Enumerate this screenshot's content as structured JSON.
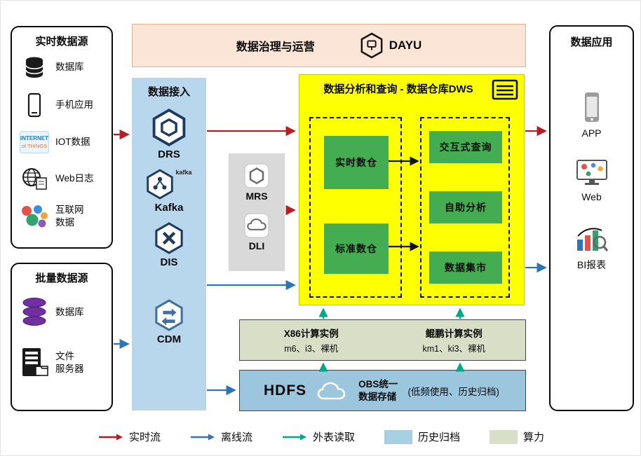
{
  "colors": {
    "realtime_flow": "#b41f24",
    "offline_flow": "#2e75b6",
    "external_read": "#00a886",
    "archive_swatch": "#a9cfe2",
    "compute_swatch": "#d9dfc6",
    "dws_background": "#feff00",
    "green_box": "#45ad51",
    "ingestion_background": "#b8d6ec",
    "governance_background": "#fbe5d6",
    "middleware_background": "#d9d9d9",
    "storage_background": "#9cc6de"
  },
  "realtime_sources": {
    "title": "实时数据源",
    "items": [
      {
        "label": "数据库",
        "icon": "database-icon"
      },
      {
        "label": "手机应用",
        "icon": "mobile-app-icon"
      },
      {
        "label": "IOT数据",
        "icon": "iot-icon"
      },
      {
        "label": "Web日志",
        "icon": "web-log-icon"
      },
      {
        "label": "互联网\n数据",
        "icon": "internet-data-icon"
      }
    ]
  },
  "batch_sources": {
    "title": "批量数据源",
    "items": [
      {
        "label": "数据库",
        "icon": "purple-database-icon"
      },
      {
        "label": "文件\n服务器",
        "icon": "file-server-icon"
      }
    ]
  },
  "governance": {
    "title": "数据治理与运营",
    "logo": "DAYU",
    "logo_icon": "dayu-hexagon-icon"
  },
  "ingestion": {
    "title": "数据接入",
    "services": [
      {
        "name": "DRS",
        "icon": "drs-hexagon-icon"
      },
      {
        "name": "Kafka",
        "icon": "kafka-hexagon-icon",
        "badge": "kafka"
      },
      {
        "name": "DIS",
        "icon": "dis-hexagon-icon"
      },
      {
        "name": "CDM",
        "icon": "cdm-hexagon-icon"
      }
    ]
  },
  "middleware": {
    "services": [
      {
        "name": "MRS",
        "icon": "mrs-icon"
      },
      {
        "name": "DLI",
        "icon": "dli-cloud-icon"
      }
    ]
  },
  "dws": {
    "title": "数据分析和查询 - 数据仓库DWS",
    "title_icon": "dws-database-icon",
    "warehouses": [
      "实时数仓",
      "标准数仓"
    ],
    "services": [
      "交互式查询",
      "自助分析",
      "数据集市"
    ]
  },
  "compute": {
    "x86": {
      "title": "X86计算实例",
      "spec": "m6、i3、裸机"
    },
    "kunpeng": {
      "title": "鲲鹏计算实例",
      "spec": "km1、ki3、裸机"
    }
  },
  "storage": {
    "hdfs": "HDFS",
    "obs": "OBS统一\n数据存储",
    "note": "(低频使用、历史归档)",
    "icon": "obs-cloud-icon"
  },
  "applications": {
    "title": "数据应用",
    "items": [
      {
        "label": "APP",
        "icon": "smartphone-icon"
      },
      {
        "label": "Web",
        "icon": "web-monitor-icon"
      },
      {
        "label": "BI报表",
        "icon": "bi-report-icon"
      }
    ]
  },
  "legend": {
    "items": [
      {
        "label": "实时流",
        "type": "arrow",
        "color": "#b41f24"
      },
      {
        "label": "离线流",
        "type": "arrow",
        "color": "#2e75b6"
      },
      {
        "label": "外表读取",
        "type": "arrow",
        "color": "#00a886"
      },
      {
        "label": "历史归档",
        "type": "swatch",
        "color": "#a9cfe2"
      },
      {
        "label": "算力",
        "type": "swatch",
        "color": "#d9dfc6"
      }
    ]
  }
}
